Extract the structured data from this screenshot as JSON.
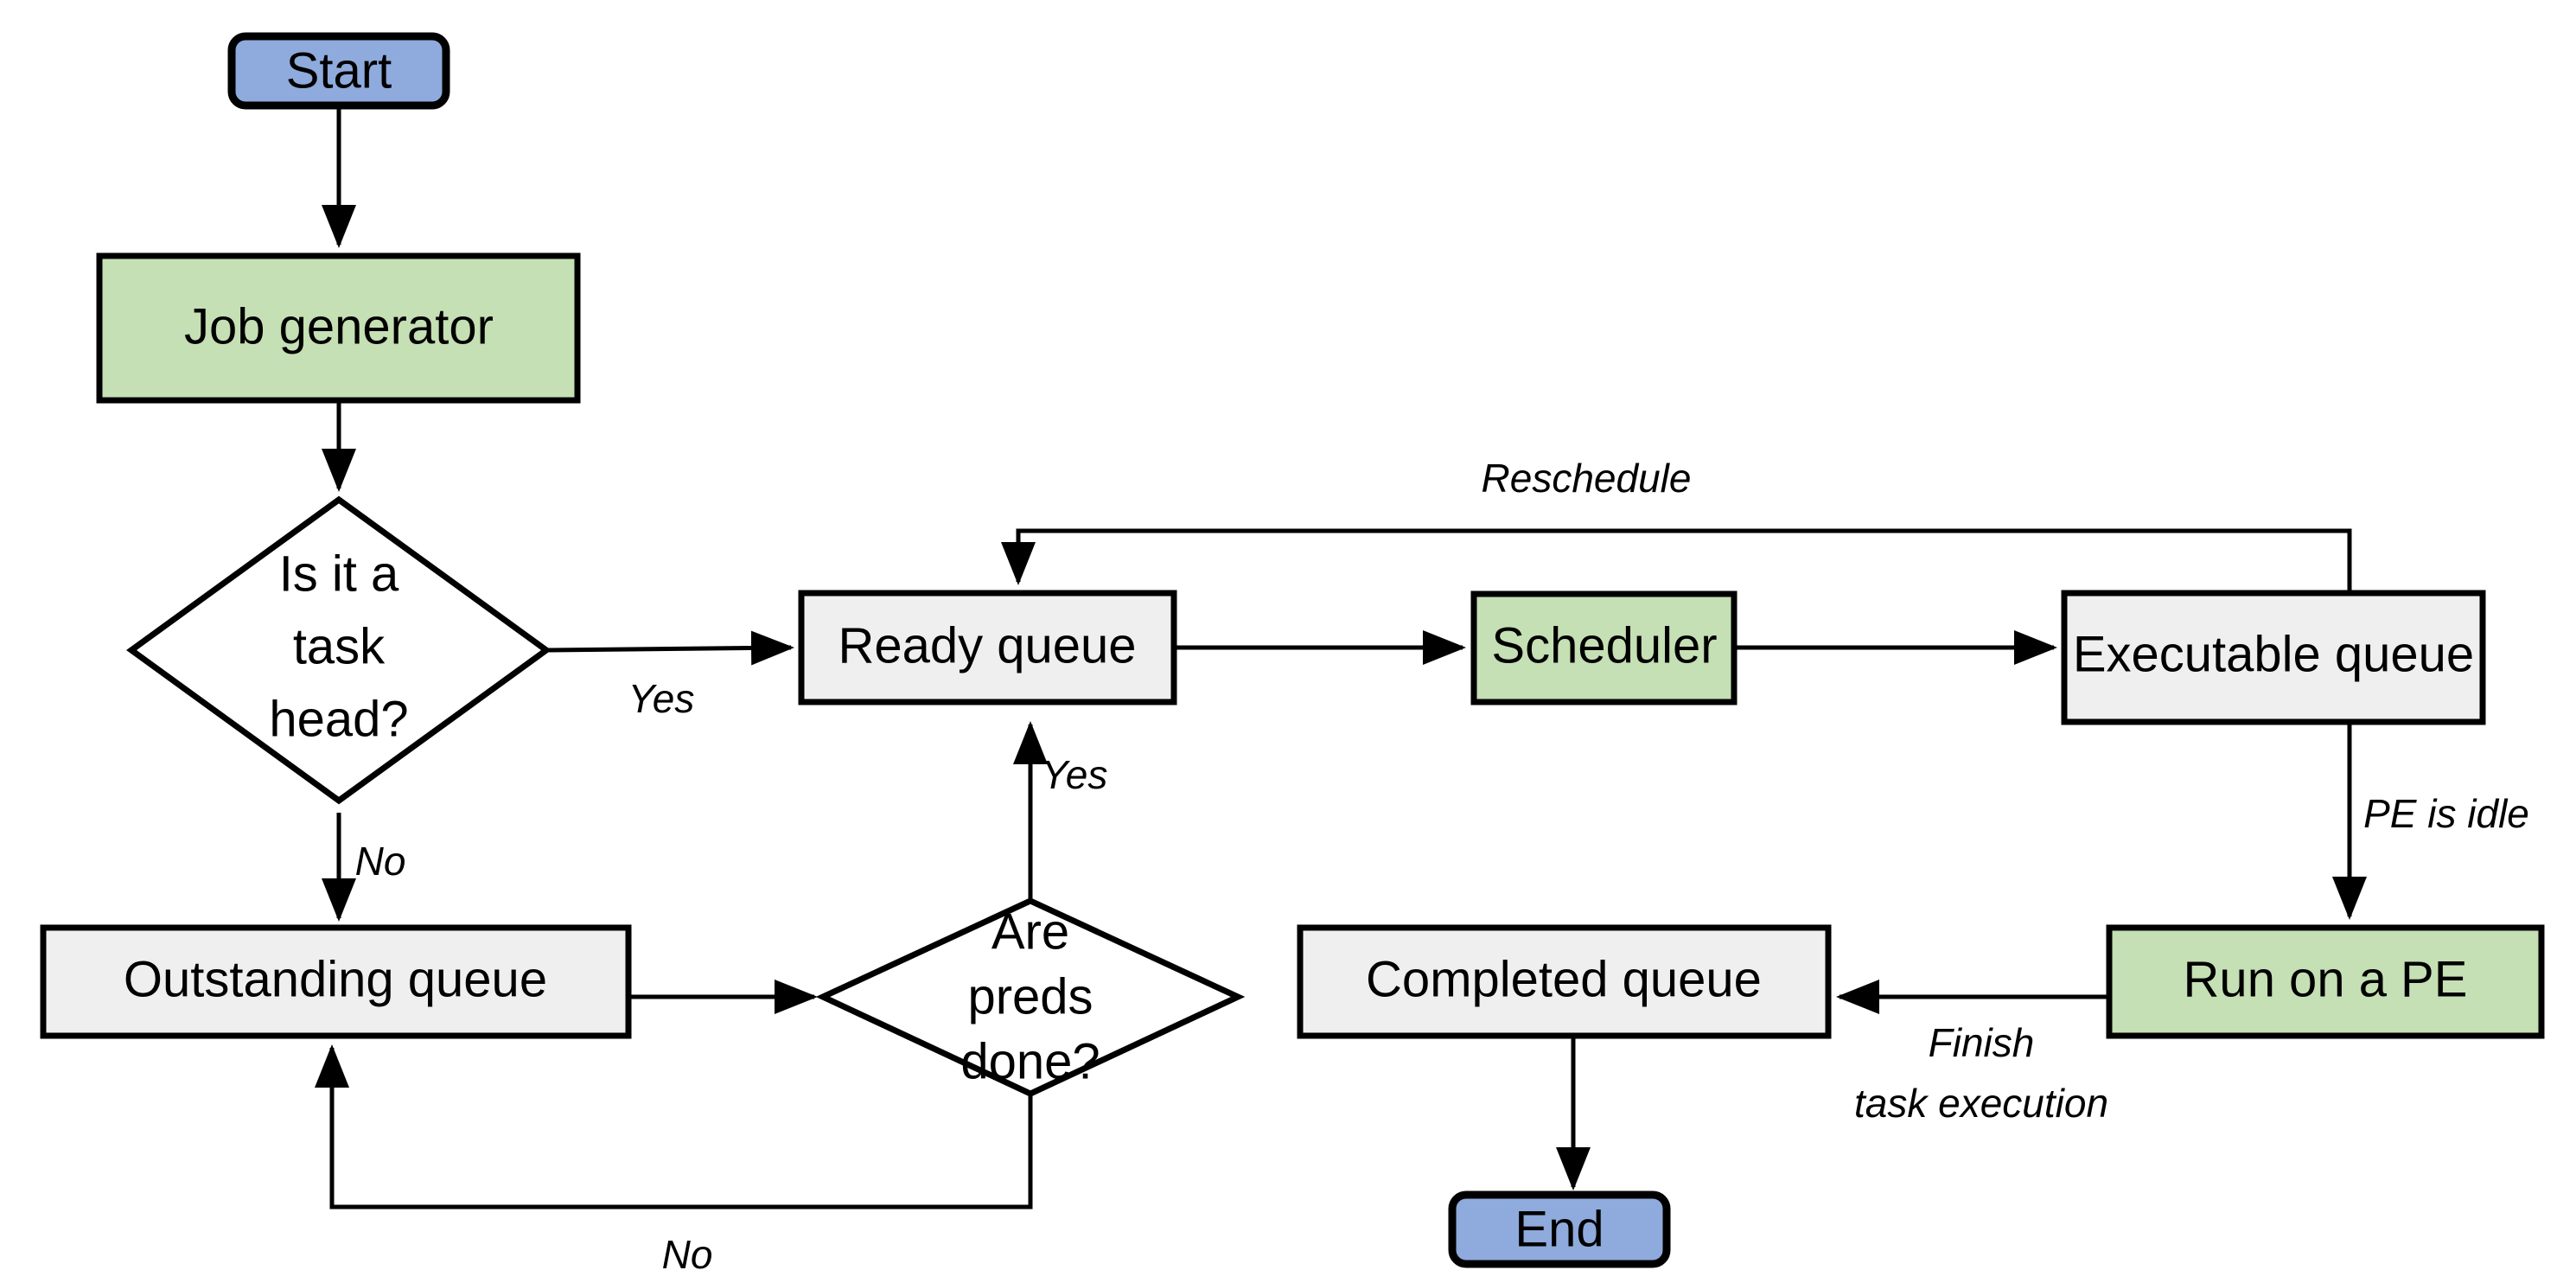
{
  "diagram": {
    "title": "Task scheduling flowchart",
    "colors": {
      "terminator_fill": "#8FAADC",
      "process_fill": "#C5E0B4",
      "queue_fill": "#EFEFEF",
      "decision_fill": "#FFFFFF",
      "stroke": "#000000",
      "background": "#FFFFFF"
    },
    "nodes": [
      {
        "id": "start",
        "label": "Start",
        "shape": "rounded-terminator",
        "fill": "terminator_fill"
      },
      {
        "id": "job_generator",
        "label": "Job generator",
        "shape": "rectangle",
        "fill": "process_fill"
      },
      {
        "id": "is_task_head",
        "label": "Is it a\ntask\nhead?",
        "shape": "diamond",
        "fill": "decision_fill",
        "lines": [
          "Is it a",
          "task",
          "head?"
        ]
      },
      {
        "id": "ready_queue",
        "label": "Ready queue",
        "shape": "rectangle",
        "fill": "queue_fill"
      },
      {
        "id": "scheduler",
        "label": "Scheduler",
        "shape": "rectangle",
        "fill": "process_fill"
      },
      {
        "id": "executable_queue",
        "label": "Executable queue",
        "shape": "rectangle",
        "fill": "queue_fill"
      },
      {
        "id": "outstanding_queue",
        "label": "Outstanding queue",
        "shape": "rectangle",
        "fill": "queue_fill"
      },
      {
        "id": "are_preds_done",
        "label": "Are\npreds\ndone?",
        "shape": "diamond",
        "fill": "decision_fill",
        "lines": [
          "Are",
          "preds",
          "done?"
        ]
      },
      {
        "id": "completed_queue",
        "label": "Completed queue",
        "shape": "rectangle",
        "fill": "queue_fill"
      },
      {
        "id": "run_on_pe",
        "label": "Run on a PE",
        "shape": "rectangle",
        "fill": "process_fill"
      },
      {
        "id": "end",
        "label": "End",
        "shape": "rounded-terminator",
        "fill": "terminator_fill"
      }
    ],
    "edges": [
      {
        "id": "e_start_jobgen",
        "from": "start",
        "to": "job_generator",
        "label": ""
      },
      {
        "id": "e_jobgen_decision",
        "from": "job_generator",
        "to": "is_task_head",
        "label": ""
      },
      {
        "id": "e_taskhead_yes",
        "from": "is_task_head",
        "to": "ready_queue",
        "label": "Yes"
      },
      {
        "id": "e_taskhead_no",
        "from": "is_task_head",
        "to": "outstanding_queue",
        "label": "No"
      },
      {
        "id": "e_ready_scheduler",
        "from": "ready_queue",
        "to": "scheduler",
        "label": ""
      },
      {
        "id": "e_scheduler_exec",
        "from": "scheduler",
        "to": "executable_queue",
        "label": ""
      },
      {
        "id": "e_exec_reschedule",
        "from": "executable_queue",
        "to": "ready_queue",
        "label": "Reschedule"
      },
      {
        "id": "e_exec_run",
        "from": "executable_queue",
        "to": "run_on_pe",
        "label": "PE is idle"
      },
      {
        "id": "e_run_completed",
        "from": "run_on_pe",
        "to": "completed_queue",
        "label": "Finish\ntask execution",
        "lines": [
          "Finish",
          "task execution"
        ]
      },
      {
        "id": "e_completed_end",
        "from": "completed_queue",
        "to": "end",
        "label": ""
      },
      {
        "id": "e_outstanding_preds",
        "from": "outstanding_queue",
        "to": "are_preds_done",
        "label": ""
      },
      {
        "id": "e_preds_yes",
        "from": "are_preds_done",
        "to": "ready_queue",
        "label": "Yes"
      },
      {
        "id": "e_preds_no",
        "from": "are_preds_done",
        "to": "outstanding_queue",
        "label": "No"
      }
    ],
    "labels": {
      "yes_task_head": "Yes",
      "no_task_head": "No",
      "reschedule": "Reschedule",
      "pe_is_idle": "PE is idle",
      "finish_line1": "Finish",
      "finish_line2": "task execution",
      "yes_preds": "Yes",
      "no_preds": "No"
    }
  }
}
